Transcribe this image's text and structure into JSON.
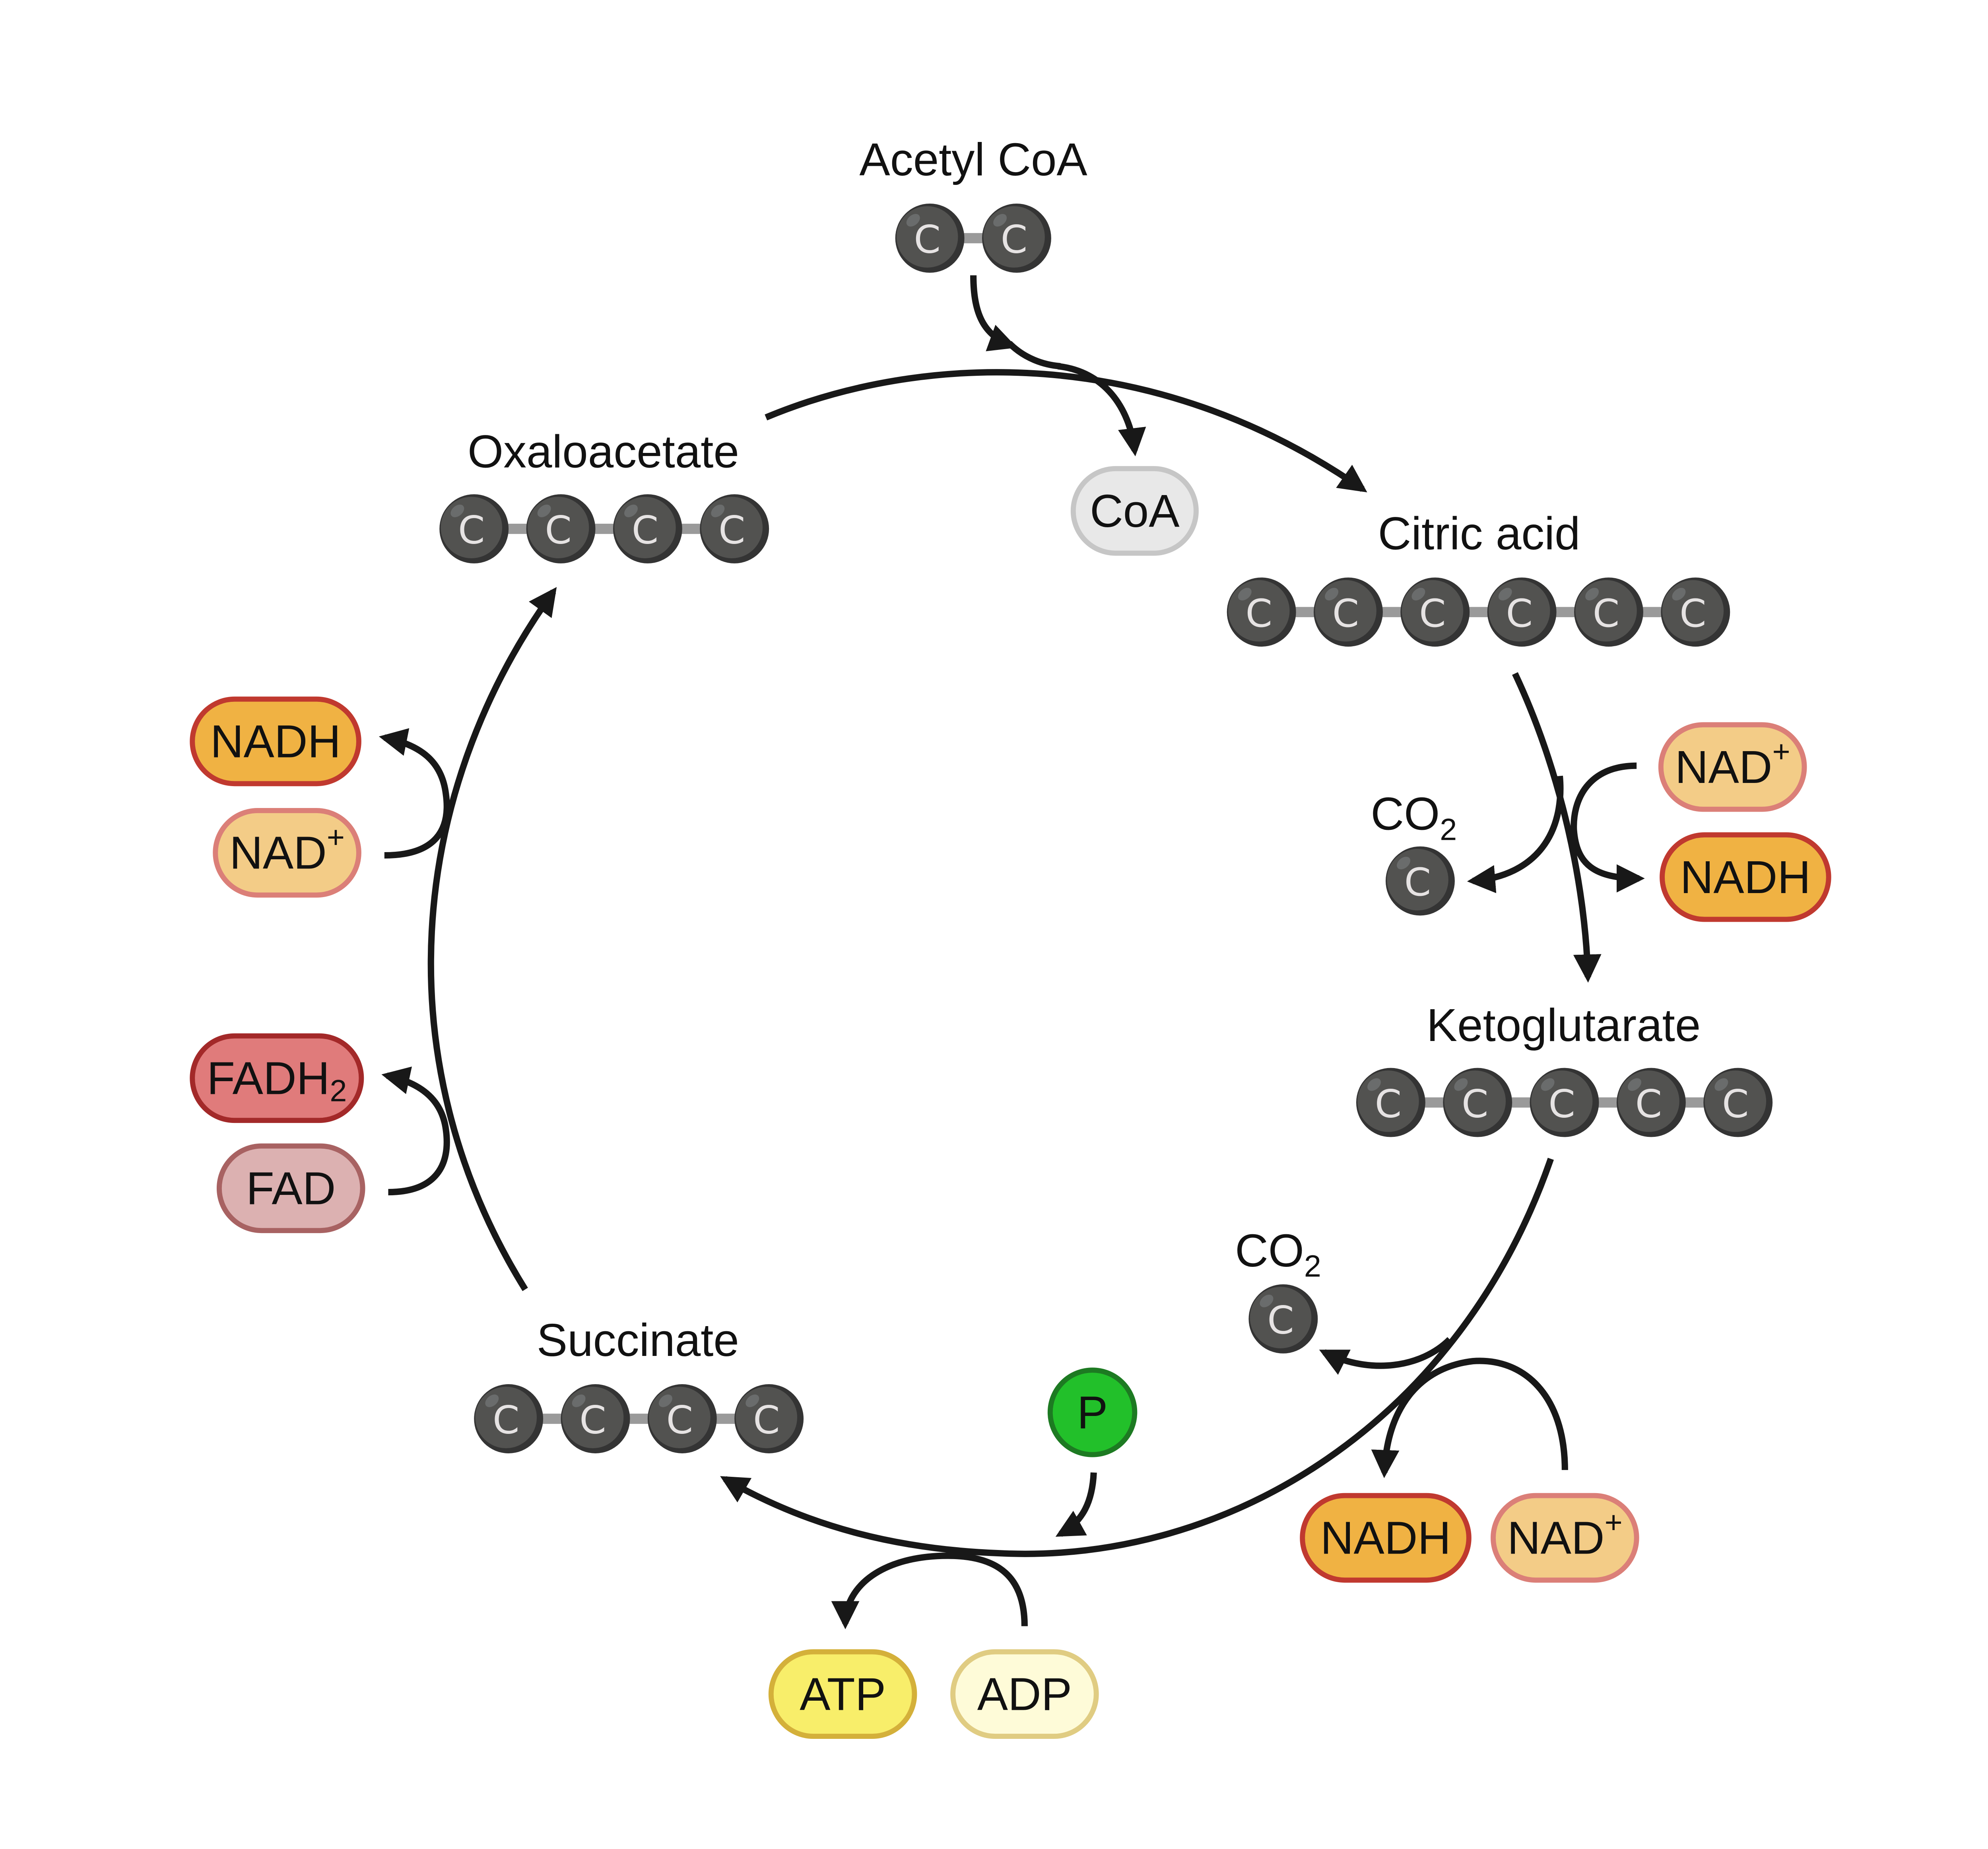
{
  "molecules": {
    "acetyl_coa": {
      "label": "Acetyl CoA",
      "atoms": [
        "C",
        "C"
      ]
    },
    "oxaloacetate": {
      "label": "Oxaloacetate",
      "atoms": [
        "C",
        "C",
        "C",
        "C"
      ]
    },
    "citric_acid": {
      "label": "Citric acid",
      "atoms": [
        "C",
        "C",
        "C",
        "C",
        "C",
        "C"
      ]
    },
    "ketoglutarate": {
      "label": "Ketoglutarate",
      "atoms": [
        "C",
        "C",
        "C",
        "C",
        "C"
      ]
    },
    "succinate": {
      "label": "Succinate",
      "atoms": [
        "C",
        "C",
        "C",
        "C"
      ]
    },
    "co2_1": {
      "label": "CO",
      "sub": "2",
      "atoms": [
        "C"
      ]
    },
    "co2_2": {
      "label": "CO",
      "sub": "2",
      "atoms": [
        "C"
      ]
    }
  },
  "cofactors": {
    "coa": {
      "label": "CoA",
      "fill": "#e8e8e8",
      "stroke": "#c6c6c6"
    },
    "nad_plus_1": {
      "label": "NAD",
      "sup": "+",
      "fill": "#f3cc87",
      "stroke": "#db7f78"
    },
    "nadh_1": {
      "label": "NADH",
      "fill": "#f0b243",
      "stroke": "#c0392f"
    },
    "nadh_2": {
      "label": "NADH",
      "fill": "#f0b243",
      "stroke": "#c0392f"
    },
    "nad_plus_2": {
      "label": "NAD",
      "sup": "+",
      "fill": "#f3cc87",
      "stroke": "#db7f78"
    },
    "phosphate": {
      "label": "P",
      "fill": "#22c02a",
      "stroke": "#1d7a22"
    },
    "atp": {
      "label": "ATP",
      "fill": "#f8ee6a",
      "stroke": "#d4b03a"
    },
    "adp": {
      "label": "ADP",
      "fill": "#fefbd8",
      "stroke": "#e0cc82"
    },
    "fadh2": {
      "label": "FADH",
      "sub": "2",
      "fill": "#e07b7b",
      "stroke": "#a32929"
    },
    "fad": {
      "label": "FAD",
      "fill": "#dcb1b1",
      "stroke": "#a86262"
    },
    "nadh_3": {
      "label": "NADH",
      "fill": "#f0b243",
      "stroke": "#c0392f"
    },
    "nad_plus_3": {
      "label": "NAD",
      "sup": "+",
      "fill": "#f3cc87",
      "stroke": "#db7f78"
    }
  },
  "colors": {
    "atom": "#525250",
    "atom_shade": "#343434",
    "bond": "#9a9a9a",
    "arrow": "#181818"
  }
}
